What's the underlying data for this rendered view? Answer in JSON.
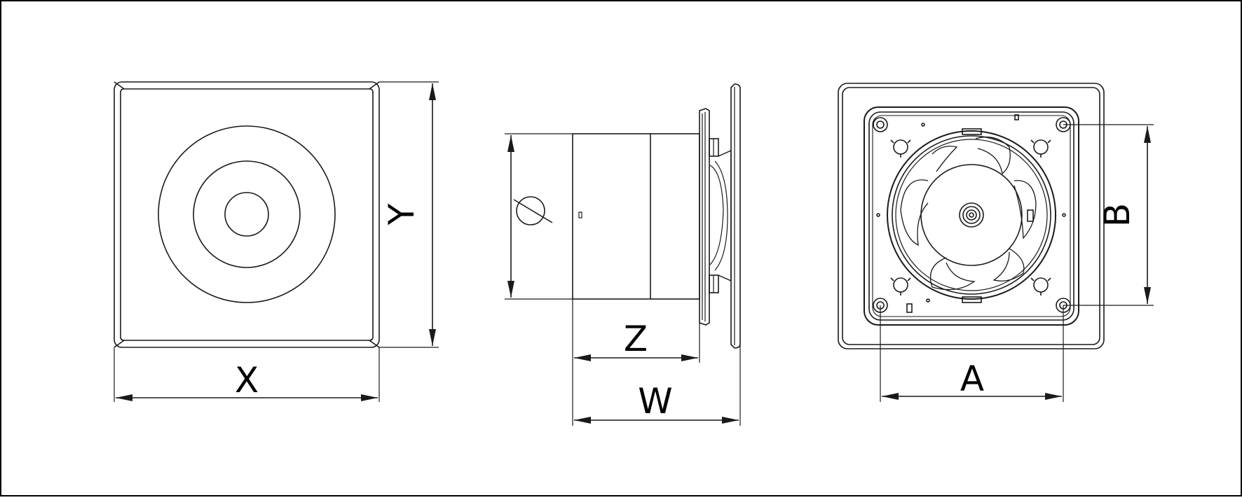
{
  "labels": {
    "x": "X",
    "y": "Y",
    "z": "Z",
    "w": "W",
    "a": "A",
    "b": "B"
  },
  "colors": {
    "line": "#1a1a1a",
    "background": "#ffffff",
    "frame": "#000000"
  }
}
